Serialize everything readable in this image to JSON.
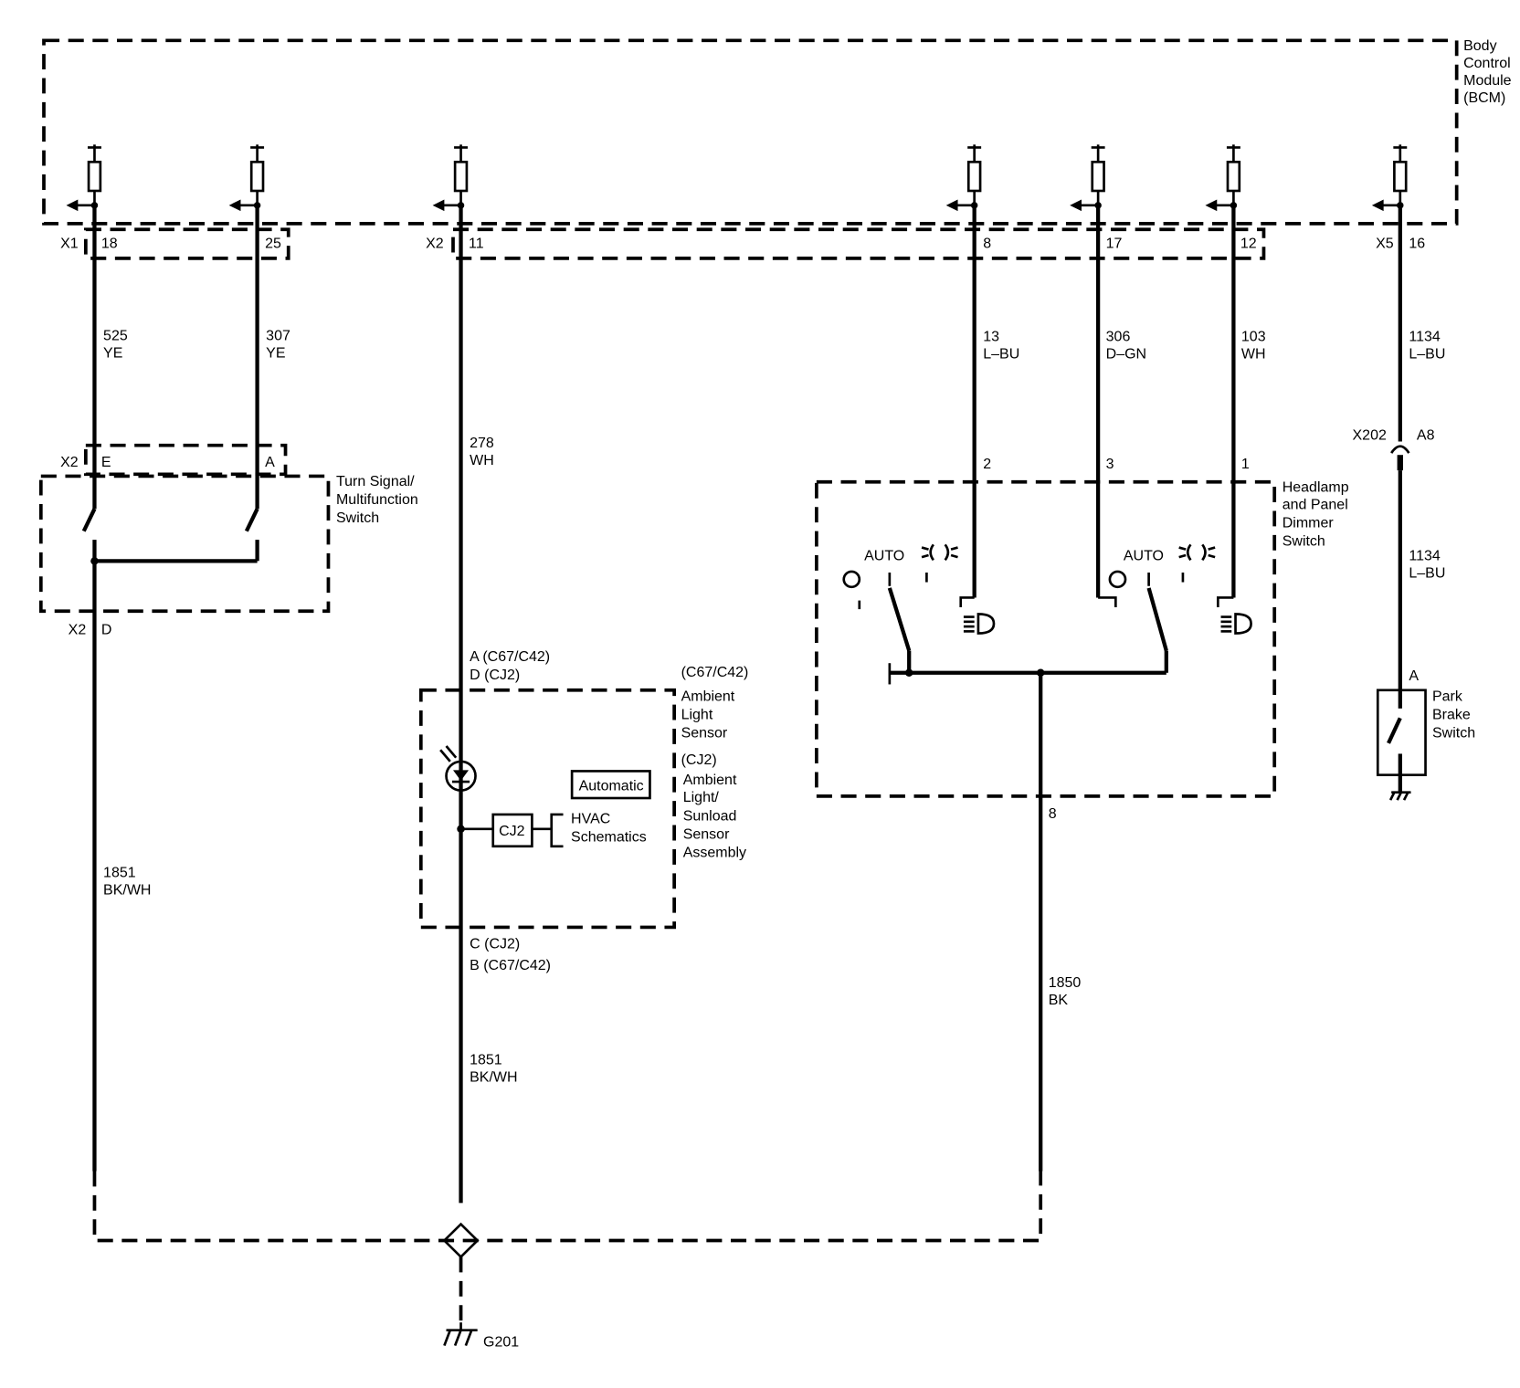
{
  "bcm": {
    "title": [
      "Body",
      "Control",
      "Module",
      "(BCM)"
    ]
  },
  "connectors": {
    "x1": "X1",
    "x2": "X2",
    "x5": "X5",
    "pins": [
      "18",
      "25",
      "11",
      "8",
      "17",
      "12",
      "16"
    ]
  },
  "wires": {
    "w525": [
      "525",
      "YE"
    ],
    "w307": [
      "307",
      "YE"
    ],
    "w278": [
      "278",
      "WH"
    ],
    "w13": [
      "13",
      "L–BU"
    ],
    "w306": [
      "306",
      "D–GN"
    ],
    "w103": [
      "103",
      "WH"
    ],
    "w1134a": [
      "1134",
      "L–BU"
    ],
    "w1134b": [
      "1134",
      "L–BU"
    ],
    "w1851a": [
      "1851",
      "BK/WH"
    ],
    "w1851b": [
      "1851",
      "BK/WH"
    ],
    "w1850": [
      "1850",
      "BK"
    ]
  },
  "turn_switch": {
    "title": [
      "Turn Signal/",
      "Multifunction",
      "Switch"
    ],
    "conn": "X2",
    "pin_e": "E",
    "pin_a": "A",
    "conn_d": "X2",
    "pin_d": "D"
  },
  "ambient": {
    "top_pins": [
      "A (C67/C42)",
      "D (CJ2)"
    ],
    "title1": [
      "(C67/C42)",
      "Ambient",
      "Light",
      "Sensor"
    ],
    "title2": [
      "(CJ2)",
      "Ambient",
      "Light/",
      "Sunload",
      "Sensor",
      "Assembly"
    ],
    "automatic": "Automatic",
    "cj2": "CJ2",
    "hvac": [
      "HVAC",
      "Schematics"
    ],
    "bottom_pins": [
      "C (CJ2)",
      "B (C67/C42)"
    ]
  },
  "headlamp": {
    "title": [
      "Headlamp",
      "and Panel",
      "Dimmer",
      "Switch"
    ],
    "pins": [
      "2",
      "3",
      "1"
    ],
    "auto": "AUTO",
    "ground_pin": "8"
  },
  "park_brake": {
    "x202": "X202",
    "a8": "A8",
    "pin_a": "A",
    "title": [
      "Park",
      "Brake",
      "Switch"
    ]
  },
  "ground": {
    "label": "G201"
  }
}
